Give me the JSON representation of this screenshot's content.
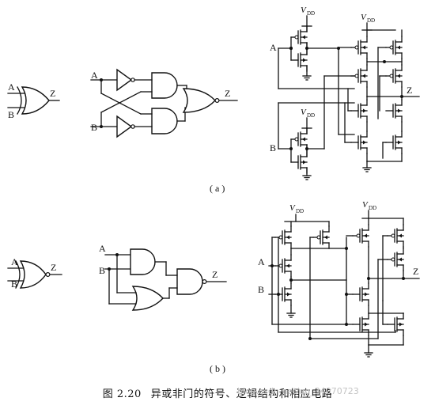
{
  "labels": {
    "a": "A",
    "b": "B",
    "z": "Z",
    "vdd_main": "V",
    "vdd_sub": "DD",
    "part_a": "( a )",
    "part_b": "( b )"
  },
  "caption": {
    "number": "图 2.20",
    "text": "异或非门的符号、逻辑结构和相应电路"
  },
  "watermark": "blog.csdn.net/qq_34070723"
}
